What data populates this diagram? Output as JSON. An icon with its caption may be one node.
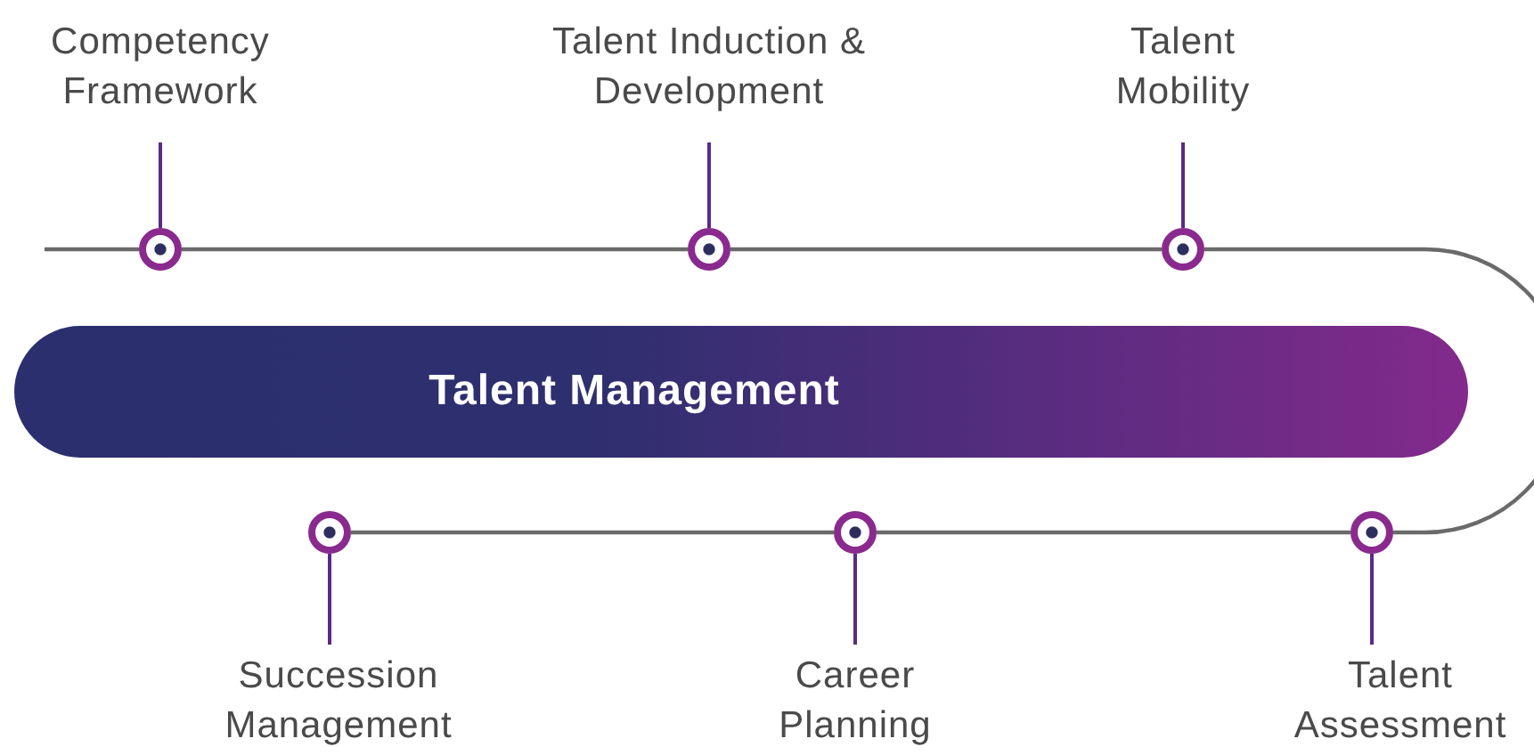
{
  "diagram": {
    "nodes": [
      {
        "text": [
          "Competency Framework"
        ]
      },
      {
        "text": [
          "Talent Induction & Development"
        ]
      },
      {
        "text": [
          "Talent Mobility"
        ]
      },
      {
        "text": [],
        "shape": "circle"
      },
      {
        "text": [],
        "shape": "circle"
      },
      {
        "text": [],
        "shape": "circle"
      },
      {
        "text": [
          "Talent Management"
        ]
      },
      {
        "text": [],
        "shape": "circle"
      },
      {
        "text": [],
        "shape": "circle"
      },
      {
        "text": [],
        "shape": "circle"
      },
      {
        "text": [
          "Succession Management"
        ]
      },
      {
        "text": [
          "Career Planning"
        ]
      },
      {
        "text": [
          "Talent Assessment"
        ]
      }
    ],
    "edges": [
      {
        "from": 0,
        "to": 3,
        "arrow": "none",
        "color": "#5a2a86"
      },
      {
        "from": 1,
        "to": 4,
        "arrow": "none",
        "color": "#5a2a86"
      },
      {
        "from": 2,
        "to": 5,
        "arrow": "none",
        "color": "#5a2a86"
      },
      {
        "from": 10,
        "to": 7,
        "arrow": "none",
        "color": "#5a2a86"
      },
      {
        "from": 11,
        "to": 8,
        "arrow": "none",
        "color": "#5a2a86"
      },
      {
        "from": 12,
        "to": 9,
        "arrow": "none",
        "color": "#5a2a86"
      },
      {
        "from": null,
        "to": 3,
        "arrow": "none"
      },
      {
        "from": 3,
        "to": 4,
        "arrow": "none"
      },
      {
        "from": 4,
        "to": 5,
        "arrow": "none"
      },
      {
        "from": 5,
        "to": 9,
        "arrow": "none"
      },
      {
        "from": 9,
        "to": 8,
        "arrow": "none"
      },
      {
        "from": 8,
        "to": 7,
        "arrow": "none"
      }
    ]
  }
}
